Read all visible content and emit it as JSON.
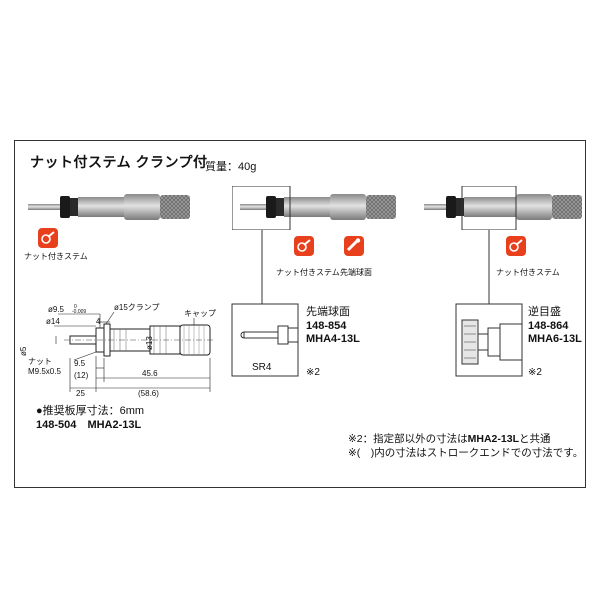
{
  "heading": "ナット付ステム クランプ付",
  "weight": "質量：40g",
  "icons": {
    "nut_stem": "ナット付きステム",
    "spherical": "先端球面"
  },
  "variants": [
    {
      "title": "先端球面",
      "code": "148-854",
      "model": "MHA4-13L",
      "radius": "SR4",
      "note_mark": "※2"
    },
    {
      "title": "逆目盛",
      "code": "148-864",
      "model": "MHA6-13L",
      "note_mark": "※2"
    }
  ],
  "drawing": {
    "dia_95": "ø9.5",
    "tol_upper": "0",
    "tol_lower": "-0.009",
    "dia_14": "ø14",
    "dim_4": "4",
    "clamp": "ø15クランプ",
    "cap": "キャップ",
    "dia_5": "ø5",
    "dia_13": "ø13",
    "nut_label": "ナット",
    "nut_thread": "M9.5x0.5",
    "dim_9_5": "9.5",
    "dim_12": "(12)",
    "dim_25": "25",
    "dim_45_6": "45.6",
    "dim_58_6": "(58.6)"
  },
  "recommend": {
    "text": "●推奨板厚寸法：6mm",
    "code": "148-504",
    "model": "MHA2-13L"
  },
  "notes": {
    "n1_pre": "※2：指定部以外の寸法は",
    "n1_bold": "MHA2-13L",
    "n1_post": "と共通",
    "n2": "※(　)内の寸法はストロークエンドでの寸法です。"
  },
  "colors": {
    "badge": "#e8401c",
    "metal": "#b9b9b9",
    "dark": "#1a1a1a"
  }
}
